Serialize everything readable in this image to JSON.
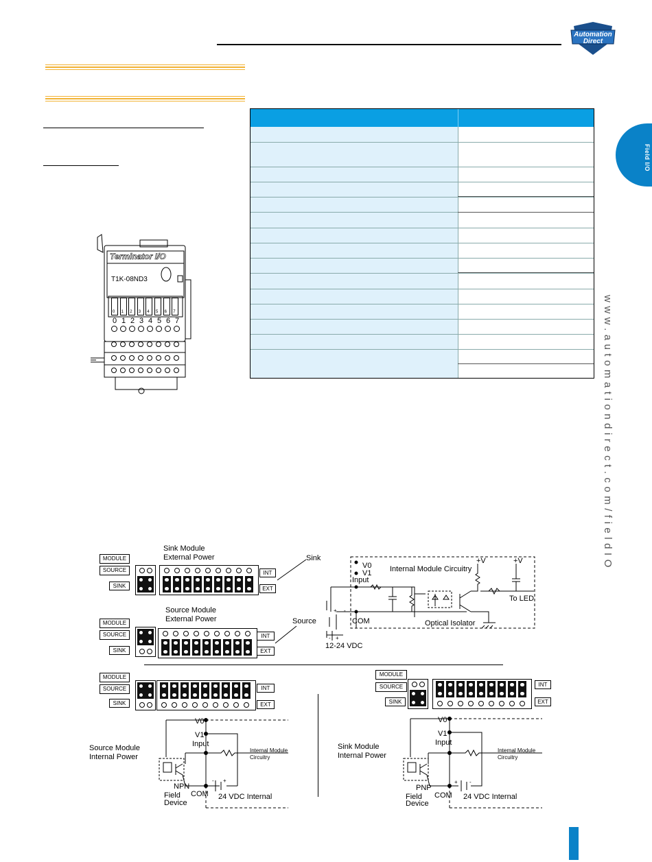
{
  "brand": {
    "logo_line1": "Automation",
    "logo_line2": "Direct",
    "colors": {
      "accent_blue": "#0a82c8",
      "table_header_blue": "#0a9fe3",
      "table_fill": "#dff1fb",
      "rule_gold": "#f2b233"
    }
  },
  "side_tab": {
    "label": "Field I/O"
  },
  "side_url": "www.automationdirect.com/fieldIO",
  "module": {
    "brand_name": "Terminator I/O",
    "model": "T1K-08ND3",
    "led_numbers": [
      "0",
      "1",
      "2",
      "3",
      "4",
      "5",
      "6",
      "7"
    ],
    "terminal_numbers": [
      "0",
      "1",
      "2",
      "3",
      "4",
      "5",
      "6",
      "7"
    ]
  },
  "diagrams": {
    "sink_ext_title_1": "Sink Module",
    "sink_ext_title_2": "External Power",
    "source_ext_title_1": "Source Module",
    "source_ext_title_2": "External Power",
    "label_module": "MODULE",
    "label_source": "SOURCE",
    "label_sink": "SINK",
    "label_int": "INT",
    "label_ext": "EXT",
    "callout_sink": "Sink",
    "callout_source": "Source",
    "circuit": {
      "v0": "V0",
      "v1": "V1",
      "input": "Input",
      "com": "COM",
      "internal": "Internal Module Circuitry",
      "plus_v1": "+V",
      "plus_v2": "+V",
      "to_led": "To LED",
      "optical": "Optical Isolator",
      "supply": "12-24 VDC",
      "plus": "+",
      "minus": "-"
    },
    "source_int": {
      "title_1": "Source Module",
      "title_2": "Internal Power",
      "v0": "V0",
      "v1": "V1",
      "input": "Input",
      "internal_1": "Internal  Module",
      "internal_2": "Circuitry",
      "device_type": "NPN",
      "field_1": "Field",
      "field_2": "Device",
      "com": "COM",
      "supply": "24 VDC Internal"
    },
    "sink_int": {
      "title_1": "Sink Module",
      "title_2": "Internal Power",
      "v0": "V0",
      "v1": "V1",
      "input": "Input",
      "internal_1": "Internal  Module",
      "internal_2": "Circuitry",
      "device_type": "PNP",
      "field_1": "Field",
      "field_2": "Device",
      "com": "COM",
      "supply": "24 VDC Internal"
    }
  }
}
